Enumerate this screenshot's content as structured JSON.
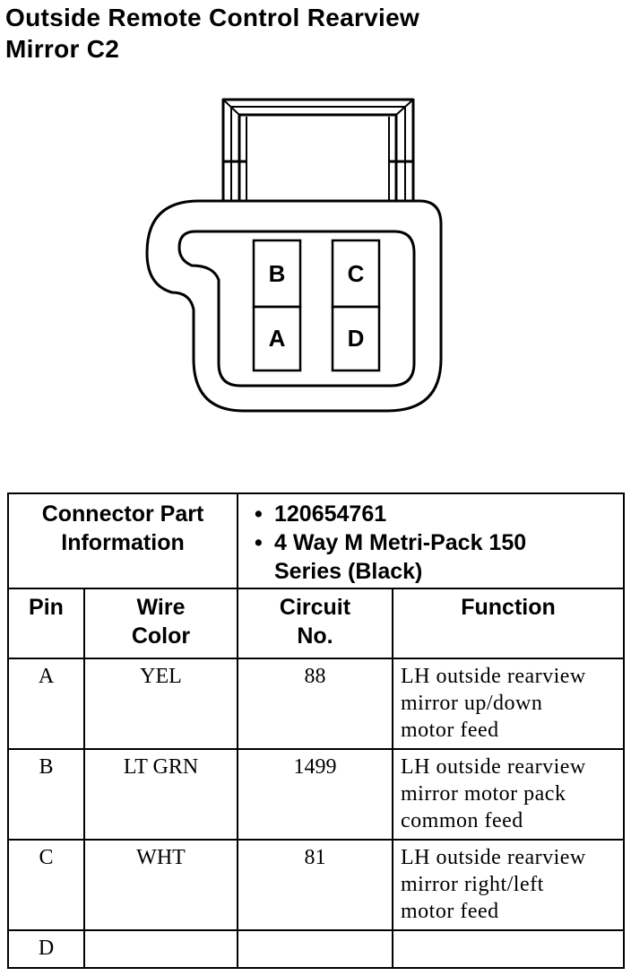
{
  "title": {
    "line1": "Outside Remote Control Rearview",
    "line2": "Mirror C2"
  },
  "connector": {
    "cavities": [
      "B",
      "C",
      "A",
      "D"
    ]
  },
  "info": {
    "label_line1": "Connector Part",
    "label_line2": "Information",
    "bullet": "•",
    "part_number": "120654761",
    "description_line1": "4 Way M Metri-Pack 150",
    "description_line2": "Series (Black)"
  },
  "headers": {
    "pin": "Pin",
    "wire_line1": "Wire",
    "wire_line2": "Color",
    "circuit_line1": "Circuit",
    "circuit_line2": "No.",
    "function": "Function"
  },
  "rows": [
    {
      "pin": "A",
      "wire": "YEL",
      "circuit": "88",
      "func1": "LH outside rearview",
      "func2": "mirror up/down",
      "func3": "motor feed"
    },
    {
      "pin": "B",
      "wire": "LT GRN",
      "circuit": "1499",
      "func1": "LH outside rearview",
      "func2": "mirror motor pack",
      "func3": "common feed"
    },
    {
      "pin": "C",
      "wire": "WHT",
      "circuit": "81",
      "func1": "LH outside rearview",
      "func2": "mirror right/left",
      "func3": "motor feed"
    },
    {
      "pin": "D",
      "wire": "",
      "circuit": "",
      "func1": "",
      "func2": "",
      "func3": ""
    }
  ]
}
